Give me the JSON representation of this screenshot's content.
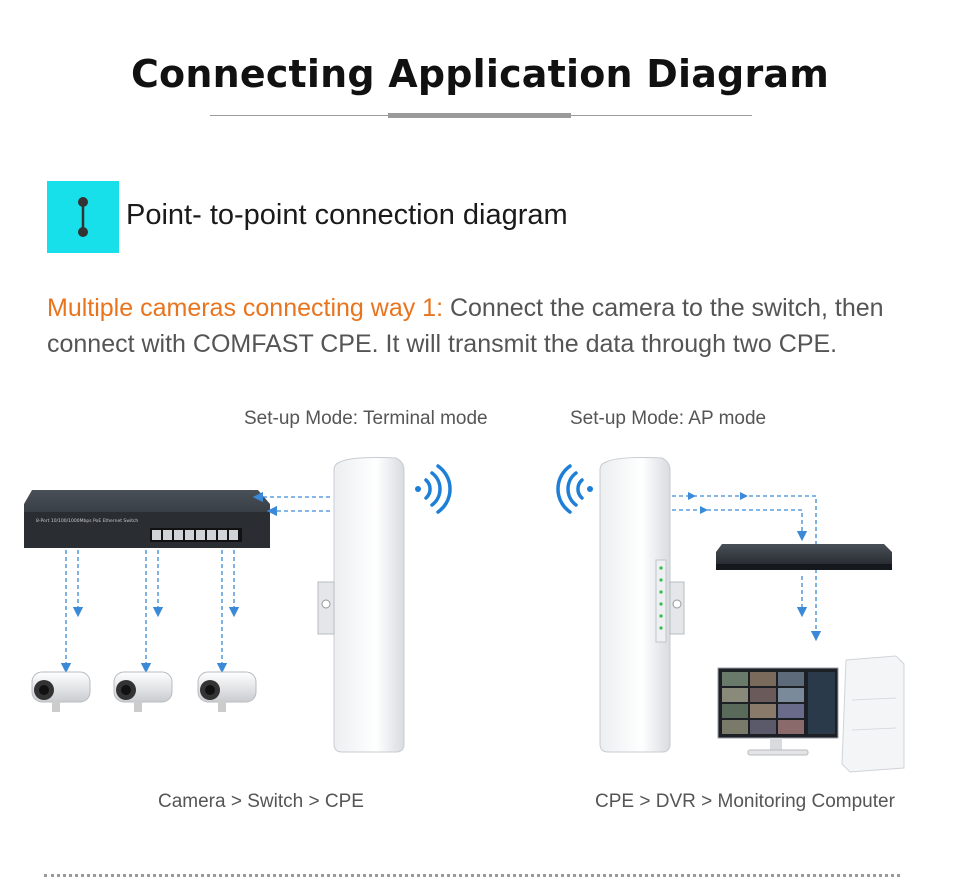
{
  "header": {
    "title": "Connecting Application Diagram"
  },
  "section": {
    "title": "Point- to-point connection diagram",
    "icon": "point-to-point-icon",
    "accent_color": "#18e0ea"
  },
  "description": {
    "highlight": "Multiple cameras connecting way 1:",
    "text": " Connect the camera to the switch, then connect with COMFAST CPE. It will transmit the data through two CPE.",
    "highlight_color": "#e8741e"
  },
  "diagram": {
    "left_mode_label": "Set-up Mode: Terminal mode",
    "right_mode_label": "Set-up Mode: AP mode",
    "left_caption": "Camera > Switch > CPE",
    "right_caption": "CPE > DVR > Monitoring Computer",
    "switch_label": "8-Port 10/100/1000Mbps PoE Ethernet Switch",
    "arrow_color": "#3a8ad8",
    "wifi_color": "#1e7fd6"
  }
}
